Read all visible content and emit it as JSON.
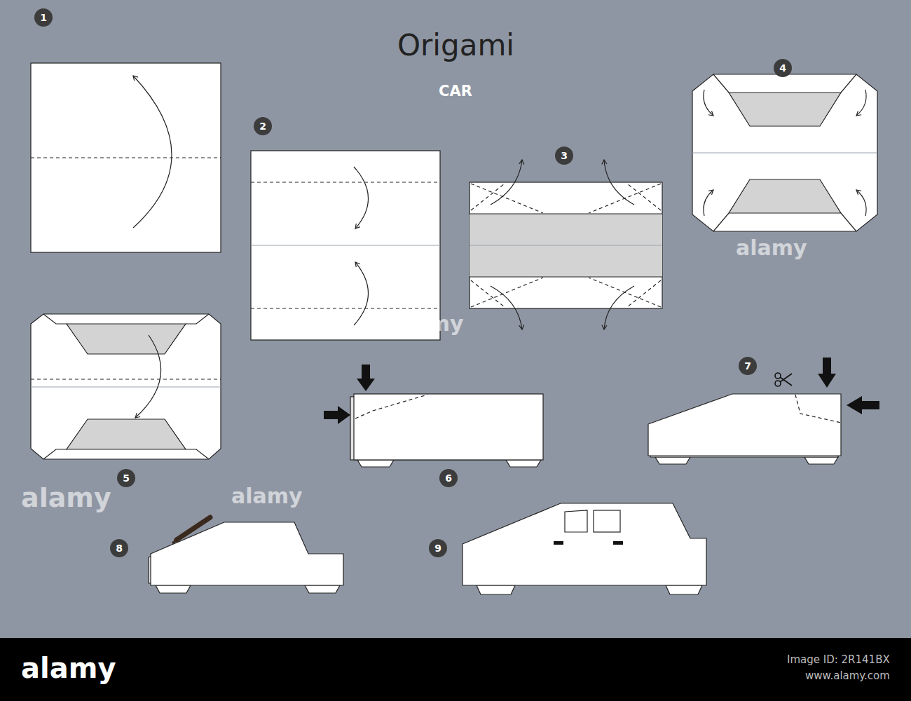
{
  "diagram": {
    "title": "Origami",
    "nodes": [
      {
        "text": [
          "1"
        ]
      },
      {
        "text": [
          "2"
        ]
      },
      {
        "text": [
          "3"
        ]
      },
      {
        "text": [
          "4"
        ]
      },
      {
        "text": [
          "5"
        ]
      },
      {
        "text": [
          "6"
        ]
      },
      {
        "text": [
          "7"
        ]
      },
      {
        "text": [
          "8"
        ]
      },
      {
        "text": [
          "9"
        ]
      }
    ],
    "labels": [
      "CAR",
      "alamy",
      "alamy",
      "alamy",
      "alamy",
      "alamy",
      "Image ID: 2R141BX",
      "www.alamy.com"
    ]
  }
}
